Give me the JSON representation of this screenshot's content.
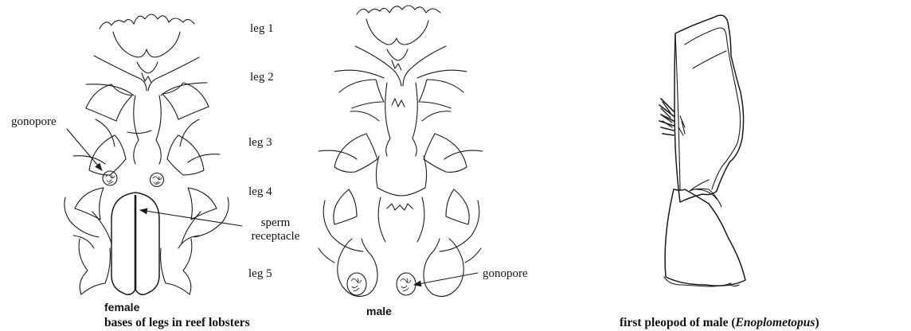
{
  "labels": {
    "leg1": "leg 1",
    "leg2": "leg 2",
    "leg3": "leg 3",
    "leg4": "leg 4",
    "leg5": "leg 5",
    "gonopore_left": "gonopore",
    "gonopore_right": "gonopore",
    "sperm_line1": "sperm",
    "sperm_line2": "receptacle",
    "female": "female",
    "male": "male"
  },
  "captions": {
    "left": "bases of legs in reef lobsters",
    "right_prefix": "first pleopod of male (",
    "right_genus": "Enoplometopus",
    "right_suffix": ")"
  }
}
